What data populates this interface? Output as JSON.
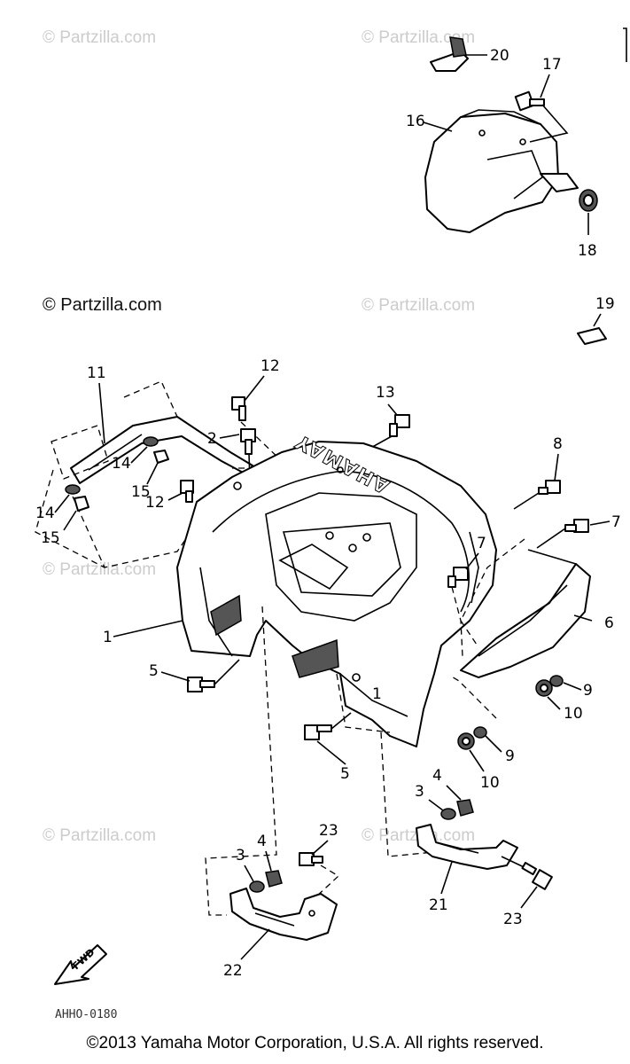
{
  "watermarks": {
    "faint": "© Partzilla.com",
    "dark": "© Partzilla.com"
  },
  "diagram": {
    "fender_logo": "YAMAHA",
    "fwd_label": "FWD",
    "drawing_code": "AHHO-0180",
    "callouts": {
      "c1": "1",
      "c1b": "1",
      "c2": "2",
      "c3a": "3",
      "c3b": "3",
      "c4a": "4",
      "c4b": "4",
      "c5a": "5",
      "c5b": "5",
      "c6": "6",
      "c7a": "7",
      "c7b": "7",
      "c8": "8",
      "c9a": "9",
      "c9b": "9",
      "c10a": "10",
      "c10b": "10",
      "c11": "11",
      "c12a": "12",
      "c12b": "12",
      "c13": "13",
      "c14a": "14",
      "c14b": "14",
      "c15a": "15",
      "c15b": "15",
      "c16": "16",
      "c17": "17",
      "c18": "18",
      "c19": "19",
      "c20": "20",
      "c21": "21",
      "c22": "22",
      "c23a": "23",
      "c23b": "23"
    }
  },
  "copyright": "©2013 Yamaha Motor Corporation, U.S.A. All rights reserved."
}
